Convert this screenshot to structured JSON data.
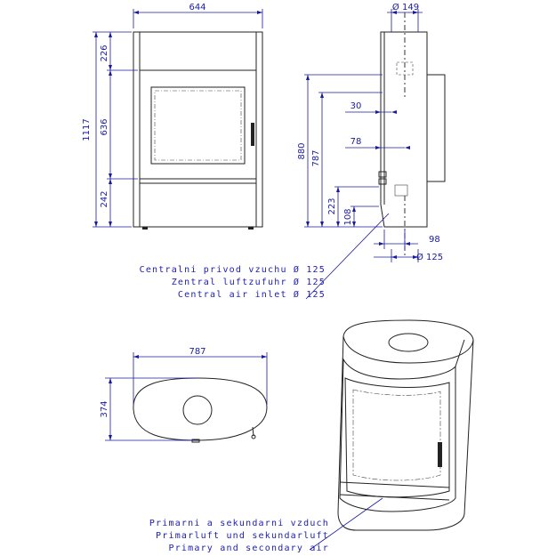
{
  "front_view": {
    "width_label": "644",
    "height_total": "1117",
    "height_top": "226",
    "height_mid": "636",
    "height_bottom": "242"
  },
  "side_view": {
    "top_diameter": "Ø 149",
    "offset_30": "30",
    "offset_78": "78",
    "height_880": "880",
    "height_787": "787",
    "height_223": "223",
    "height_108": "108",
    "width_98": "98",
    "bottom_diameter": "Ø 125"
  },
  "central_air_note": {
    "line1": "Centralni privod vzuchu Ø 125",
    "line2": "Zentral luftzufuhr Ø 125",
    "line3": "Central air inlet Ø 125"
  },
  "top_view": {
    "width_label": "787",
    "depth_label": "374"
  },
  "primary_air_note": {
    "line1": "Primarni a sekundarni vzduch",
    "line2": "Primarluft und sekundarluft",
    "line3": "Primary and secondary air"
  },
  "colors": {
    "dimension": "#1a1aa0",
    "outline": "#222222"
  }
}
